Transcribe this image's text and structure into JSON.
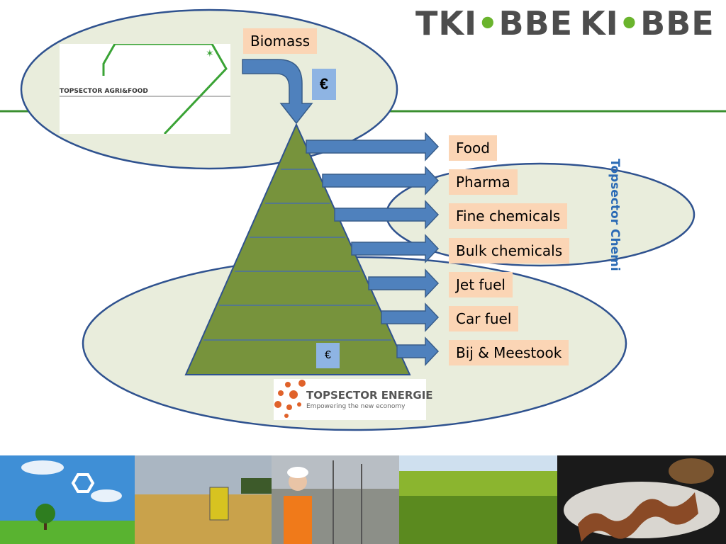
{
  "header": {
    "logo_tki_left": "TKI",
    "logo_bbe_left": "BBE",
    "logo_tki_right": "KI",
    "logo_bbe_right": "BBE"
  },
  "diagram": {
    "input_label": "Biomass",
    "euro_large": "€",
    "euro_small": "€",
    "outputs": [
      "Food",
      "Pharma",
      "Fine chemicals",
      "Bulk chemicals",
      "Jet fuel",
      "Car fuel",
      "Bij & Meestook"
    ]
  },
  "logos": {
    "agrifood": "TOPSECTOR AGRI&FOOD",
    "chemie": "Topsector Chemie",
    "energie_title": "TOPSECTOR ENERGIE",
    "energie_tagline": "Empowering the new economy"
  },
  "colors": {
    "ellipse_fill": "#e9eddc",
    "ellipse_stroke": "#2f528f",
    "pyramid_fill": "#77933c",
    "arrow_fill": "#4f81bd",
    "label_fill": "#fbd5b5",
    "euro_fill": "#8eb4e3",
    "rule_green": "#2e8b2e"
  },
  "photos": [
    "recycle-sky-tree",
    "wheat-field-fuel-pump",
    "engineer-power-plant",
    "green-grain-field",
    "corrugated-bioplastic"
  ]
}
